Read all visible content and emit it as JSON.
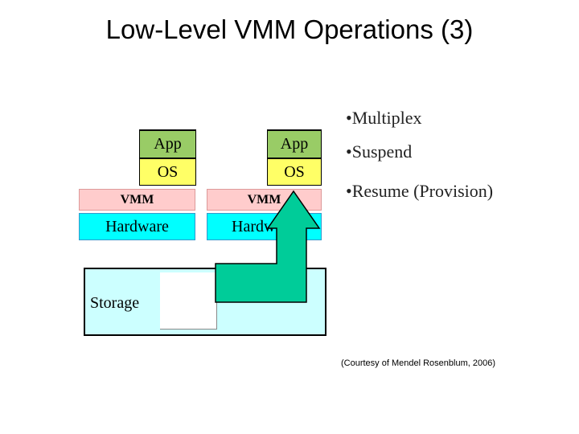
{
  "title": "Low-Level VMM Operations (3)",
  "left_stack": {
    "app": "App",
    "os": "OS",
    "vmm": "VMM",
    "hardware": "Hardware"
  },
  "right_stack": {
    "app": "App",
    "os": "OS",
    "vmm": "VMM",
    "hardware": "Hardw"
  },
  "storage": {
    "label": "Storage"
  },
  "bullets": [
    "•Multiplex",
    "•Suspend",
    "•Resume (Provision)"
  ],
  "courtesy": "(Courtesy of Mendel Rosenblum, 2006)",
  "colors": {
    "app": "#99cc66",
    "os": "#ffff66",
    "vmm": "#ffcccc",
    "hardware": "#00ffff",
    "storage": "#ccffff",
    "arrow": "#00cc99"
  }
}
